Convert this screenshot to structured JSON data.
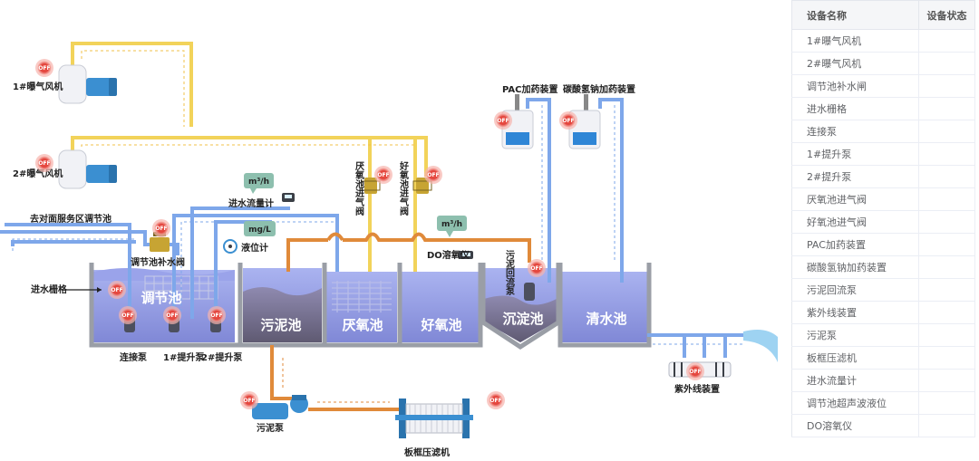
{
  "status_badge": "OFF",
  "diagram": {
    "labels": {
      "blower1": "1#曝气风机",
      "blower2": "2#曝气风机",
      "pac": "PAC加药装置",
      "sodium": "碳酸氢钠加药装置",
      "anoxic_valve": "厌氧池进气阀",
      "aerobic_valve": "好氧池进气阀",
      "flowmeter": "进水流量计",
      "level": "液位计",
      "service_area": "去对面服务区调节池",
      "makeup_valve": "调节池补水阀",
      "grille": "进水栅格",
      "do_meter": "DO溶氧仪",
      "sludge_return": "污泥回流泵",
      "connect_pump": "连接泵",
      "lift1": "1#提升泵",
      "lift2": "2#提升泵",
      "sludge_pump": "污泥泵",
      "filter_press": "板框压滤机",
      "uv": "紫外线装置"
    },
    "tanks": {
      "regulating": "调节池",
      "sludge": "污泥池",
      "anoxic": "厌氧池",
      "aerobic": "好氧池",
      "sedimentation": "沉淀池",
      "clear": "清水池"
    },
    "units": {
      "flow1": "m³/h",
      "level": "mg/L",
      "flow2": "m³/h"
    }
  },
  "table": {
    "headers": [
      "设备名称",
      "设备状态"
    ],
    "rows": [
      "1#曝气风机",
      "2#曝气风机",
      "调节池补水闸",
      "进水栅格",
      "连接泵",
      "1#提升泵",
      "2#提升泵",
      "厌氧池进气阀",
      "好氧池进气阀",
      "PAC加药装置",
      "碳酸氢钠加药装置",
      "污泥回流泵",
      "紫外线装置",
      "污泥泵",
      "板框压滤机",
      "进水流量计",
      "调节池超声波液位",
      "DO溶氧仪"
    ]
  },
  "colors": {
    "air_pipe": "#f2d35a",
    "water_pipe": "#7ea7ea",
    "sludge_pipe": "#e08a3a",
    "tank_water": "#8c94dd",
    "tank_sludge": "#76708a",
    "off_badge": "#e8463f",
    "unit_badge": "#8dbfae",
    "tank_wall": "#9a9ea6"
  }
}
